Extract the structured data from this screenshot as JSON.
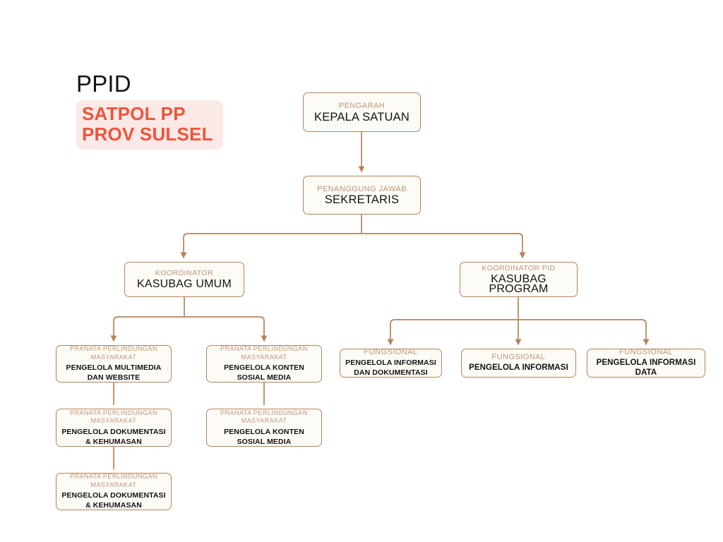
{
  "title": {
    "heading": "PPID",
    "badge": "SATPOL PP\nPROV SULSEL"
  },
  "colors": {
    "box_border": "#b5835a",
    "box_fill": "#fdfbf6",
    "role_text": "#bd967a",
    "name_text": "#121212",
    "connector": "#b5835a",
    "badge_background": "#fbe9e7",
    "badge_text": "#f0543c",
    "page_background": "#ffffff"
  },
  "chart_data": {
    "type": "diagram",
    "subtype": "organizational-chart",
    "title": "PPID SATPOL PP PROV SULSEL",
    "nodes": [
      {
        "id": "n1",
        "role": "PENGARAH",
        "name": "KEPALA SATUAN",
        "level": 0
      },
      {
        "id": "n2",
        "role": "PENANGGUNG JAWAB",
        "name": "SEKRETARIS",
        "level": 1
      },
      {
        "id": "n3",
        "role": "KOORDINATOR",
        "name": "KASUBAG UMUM",
        "level": 2
      },
      {
        "id": "n4",
        "role": "KOORDINATOR PID",
        "name": "KASUBAG PROGRAM",
        "level": 2
      },
      {
        "id": "n5",
        "role": "PRANATA PERLINDUNGAN MASYARAKAT",
        "name": "PENGELOLA MULTIMEDIA DAN WEBSITE",
        "level": 3
      },
      {
        "id": "n6",
        "role": "PRANATA PERLINDUNGAN MASYARAKAT",
        "name": "PENGELOLA DOKUMENTASI & KEHUMASAN",
        "level": 4
      },
      {
        "id": "n7",
        "role": "PRANATA PERLINDUNGAN MASYARAKAT",
        "name": "PENGELOLA DOKUMENTASI & KEHUMASAN",
        "level": 5
      },
      {
        "id": "n8",
        "role": "PRANATA PERLINDUNGAN MASYARAKAT",
        "name": "PENGELOLA KONTEN SOSIAL MEDIA",
        "level": 3
      },
      {
        "id": "n9",
        "role": "PRANATA PERLINDUNGAN MASYARAKAT",
        "name": "PENGELOLA KONTEN SOSIAL MEDIA",
        "level": 4
      },
      {
        "id": "n10",
        "role": "FUNGSIONAL",
        "name": "PENGELOLA INFORMASI DAN DOKUMENTASI",
        "level": 3
      },
      {
        "id": "n11",
        "role": "FUNGSIONAL",
        "name": "PENGELOLA INFORMASI",
        "level": 3
      },
      {
        "id": "n12",
        "role": "FUNGSIONAL",
        "name": "PENGELOLA INFORMASI DATA",
        "level": 3
      }
    ],
    "edges": [
      {
        "from": "n1",
        "to": "n2"
      },
      {
        "from": "n2",
        "to": "n3"
      },
      {
        "from": "n2",
        "to": "n4"
      },
      {
        "from": "n3",
        "to": "n5"
      },
      {
        "from": "n3",
        "to": "n8"
      },
      {
        "from": "n5",
        "to": "n6"
      },
      {
        "from": "n6",
        "to": "n7"
      },
      {
        "from": "n8",
        "to": "n9"
      },
      {
        "from": "n4",
        "to": "n10"
      },
      {
        "from": "n4",
        "to": "n11"
      },
      {
        "from": "n4",
        "to": "n12"
      }
    ]
  }
}
